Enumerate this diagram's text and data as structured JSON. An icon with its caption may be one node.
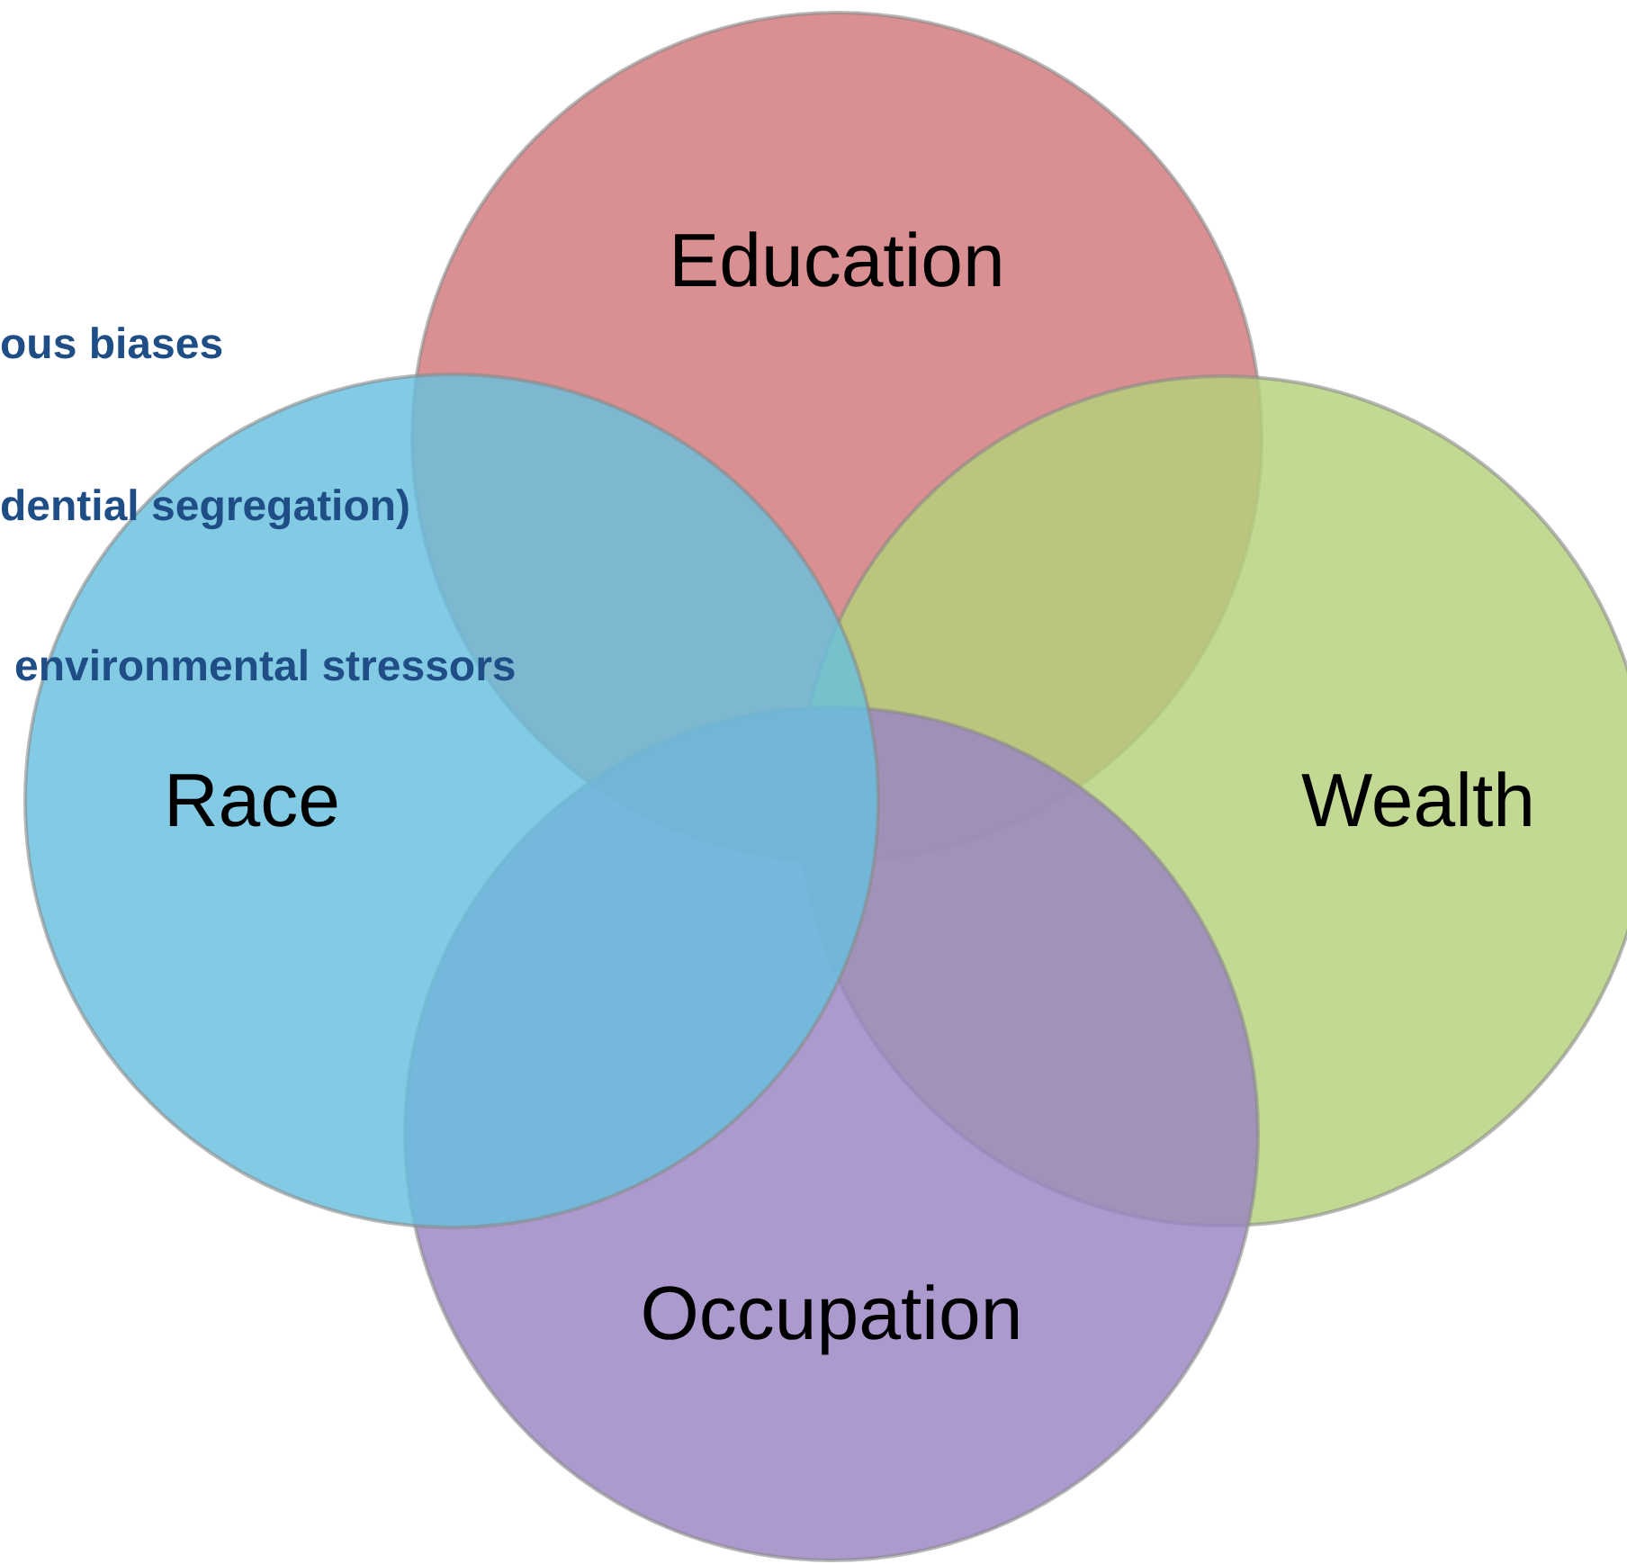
{
  "diagram": {
    "nodes": [
      {
        "text": [
          "Education"
        ]
      },
      {
        "text": [
          "Wealth"
        ]
      },
      {
        "text": [
          "Occupation"
        ]
      },
      {
        "text": [
          "Race"
        ]
      }
    ],
    "labels": [
      "ous biases",
      "dential segregation)",
      "environmental stressors"
    ]
  }
}
